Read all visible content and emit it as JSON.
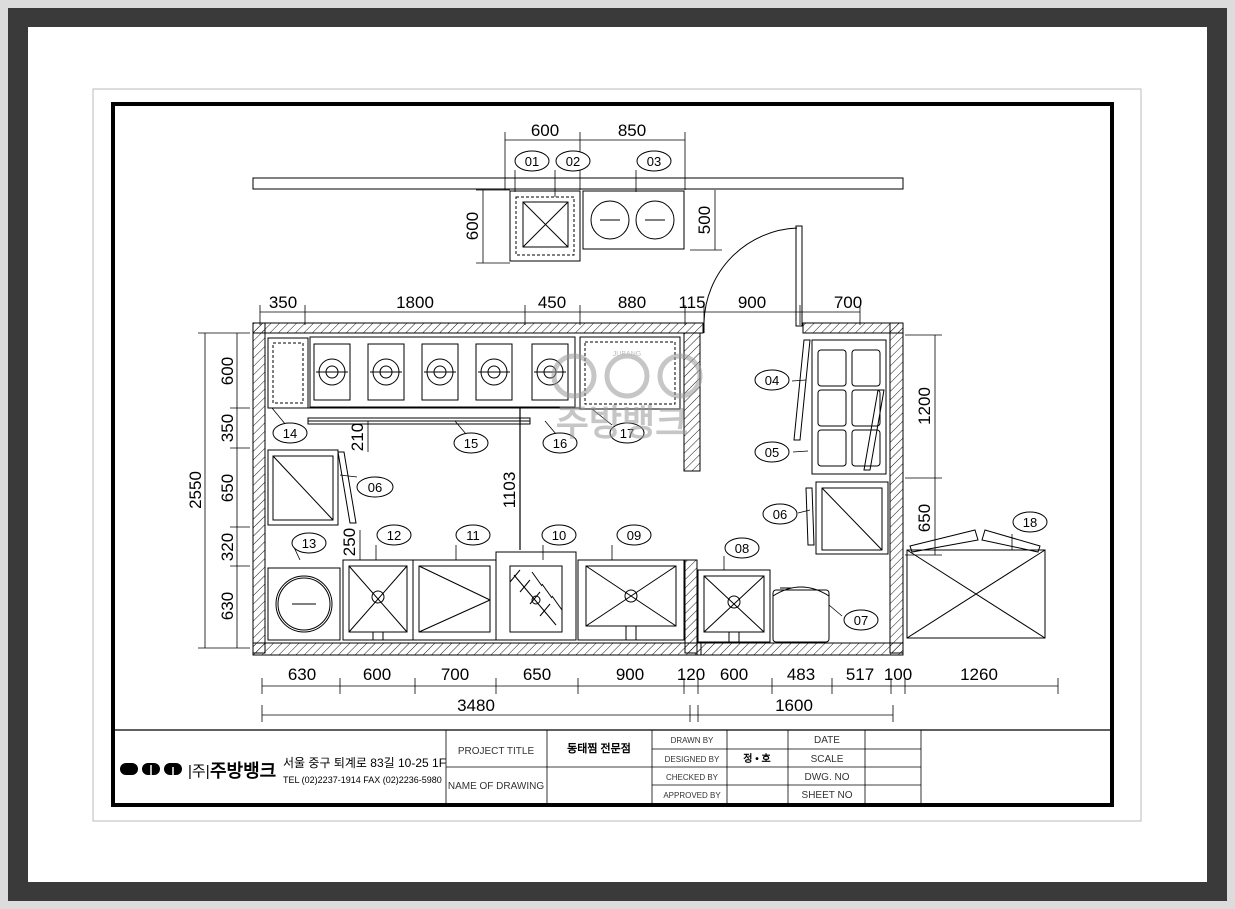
{
  "top_dims": [
    "600",
    "850"
  ],
  "top_side_dims": [
    "600",
    "500"
  ],
  "upper_dims": [
    "350",
    "1800",
    "450",
    "880",
    "115",
    "900",
    "700"
  ],
  "left_dims": [
    "600",
    "350",
    "650",
    "320",
    "630"
  ],
  "left_total": "2550",
  "right_dims": [
    "1200",
    "650"
  ],
  "inner_dims": [
    "210",
    "1103",
    "250"
  ],
  "bottom_dims": [
    "630",
    "600",
    "700",
    "650",
    "900",
    "120",
    "600",
    "483",
    "517",
    "100",
    "1260"
  ],
  "bottom_totals": [
    "3480",
    "1600"
  ],
  "tags": [
    "01",
    "02",
    "03",
    "04",
    "05",
    "06",
    "06",
    "07",
    "08",
    "09",
    "10",
    "11",
    "12",
    "13",
    "14",
    "15",
    "16",
    "17",
    "18"
  ],
  "watermark": {
    "text": "주방뱅크",
    "brand": "JUBANG"
  },
  "title_block": {
    "company": "주방뱅크",
    "company_prefix": "|주|",
    "address": "서울 중구 퇴계로 83길 10-25 1F",
    "phone": "TEL (02)2237-1914  FAX (02)2236-5980",
    "project_title_label": "PROJECT TITLE",
    "project_title_value": "동태찜 전문점",
    "name_of_drawing_label": "NAME OF DRAWING",
    "drawn_by_label": "DRAWN BY",
    "designed_by_label": "DESIGNED BY",
    "designed_by_value": "정 • 호",
    "checked_by_label": "CHECKED BY",
    "approved_by_label": "APPROVED BY",
    "date_label": "DATE",
    "scale_label": "SCALE",
    "dwg_no_label": "DWG. NO",
    "sheet_no_label": "SHEET NO"
  },
  "colors": {
    "frame_outer": "#c9c9c9",
    "frame_dark": "#3a3a3a",
    "line": "#000000",
    "watermark": "#9a9a9a"
  }
}
